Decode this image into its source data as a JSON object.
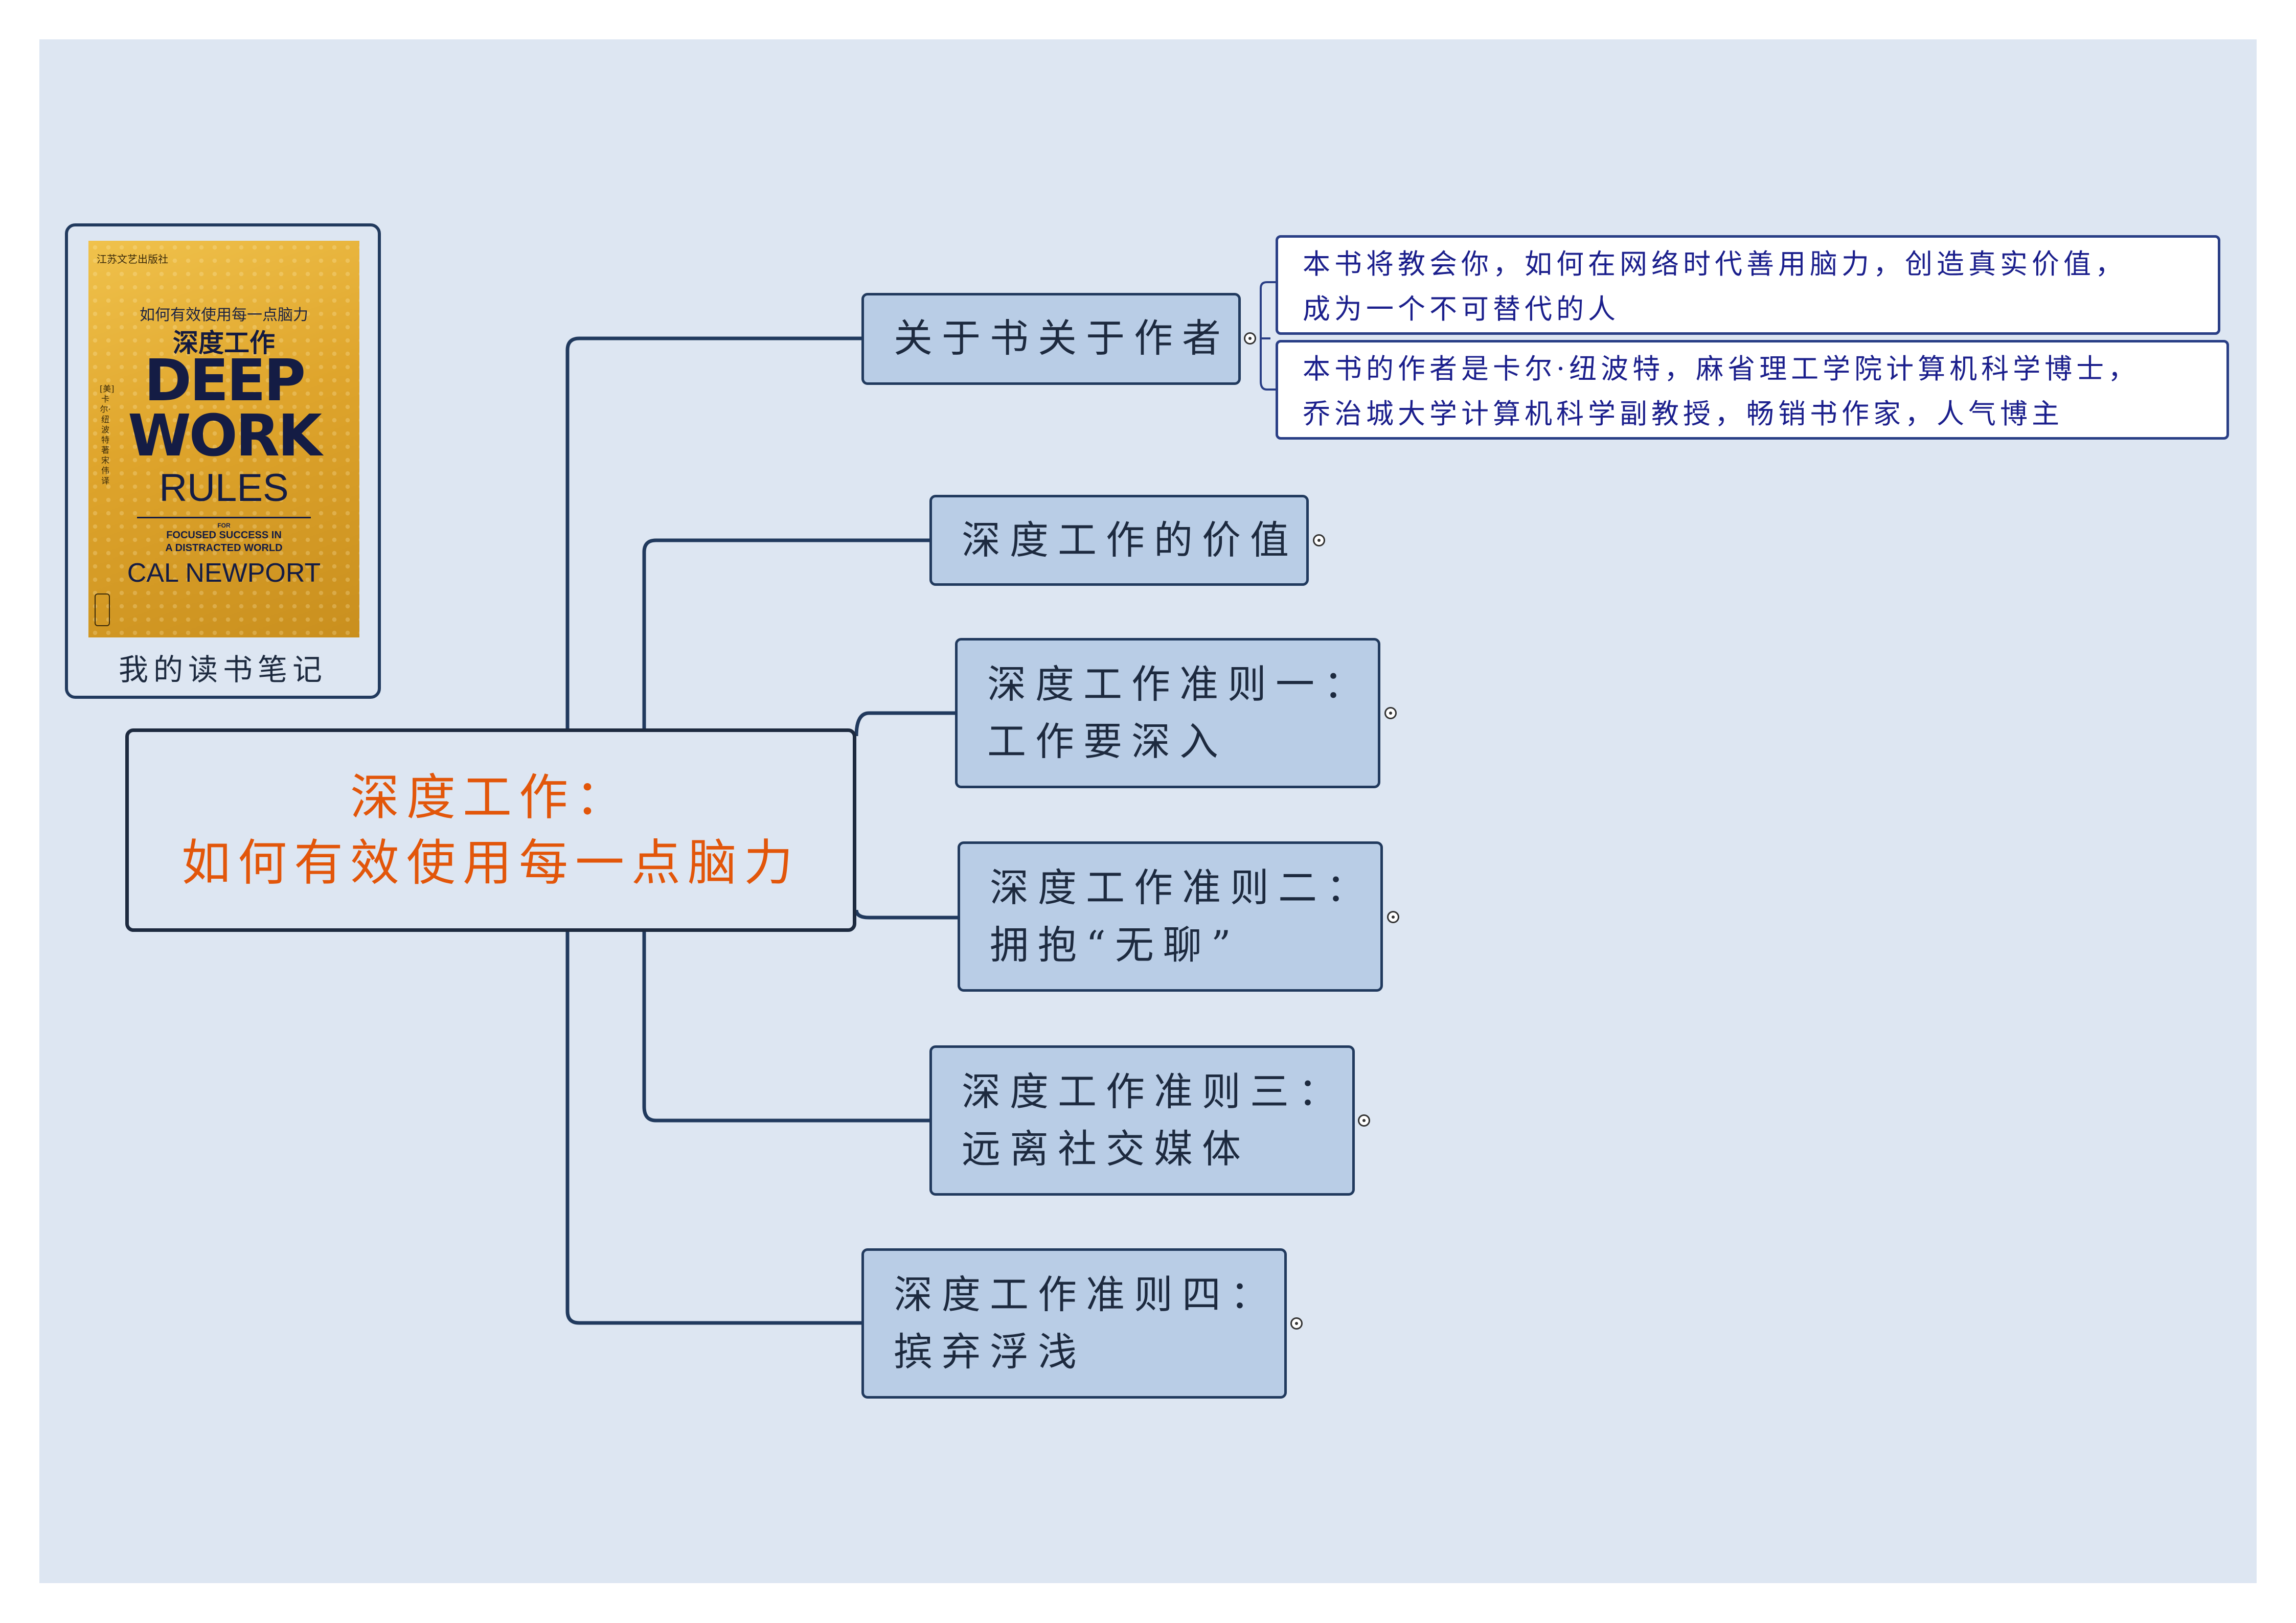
{
  "root": {
    "title_line1": "深度工作：",
    "title_line2": "如何有效使用每一点脑力"
  },
  "cover": {
    "publisher": "江苏文艺出版社",
    "cn_subtitle": "如何有效使用每一点脑力",
    "cn_title": "深度工作",
    "en_title_line1": "DEEP",
    "en_title_line2": "WORK",
    "en_title_line3": "RULES",
    "tagline_line1": "FOR",
    "tagline_line2": "FOCUSED SUCCESS IN",
    "tagline_line3": "A DISTRACTED WORLD",
    "author": "CAL NEWPORT",
    "translator": "[美]卡尔·纽波特 著 宋伟 译",
    "caption": "我的读书笔记"
  },
  "branches": [
    {
      "line1": "关于书关于作者",
      "line2": ""
    },
    {
      "line1": "深度工作的价值",
      "line2": ""
    },
    {
      "line1": "深度工作准则一：",
      "line2": "工作要深入"
    },
    {
      "line1": "深度工作准则二：",
      "line2": "拥抱“无聊”"
    },
    {
      "line1": "深度工作准则三：",
      "line2": "远离社交媒体"
    },
    {
      "line1": "深度工作准则四：",
      "line2": "摈弃浮浅"
    }
  ],
  "notes": [
    {
      "line1": "本书将教会你，如何在网络时代善用脑力，创造真实价值，",
      "line2": "成为一个不可替代的人"
    },
    {
      "line1": "本书的作者是卡尔·纽波特，麻省理工学院计算机科学博士，",
      "line2": "乔治城大学计算机科学副教授，畅销书作家，人气博主"
    }
  ],
  "colors": {
    "background": "#dde6f2",
    "node_fill": "#b9cde6",
    "node_border": "#213a5e",
    "root_text": "#e2560a",
    "note_text": "#1b1f8c"
  }
}
